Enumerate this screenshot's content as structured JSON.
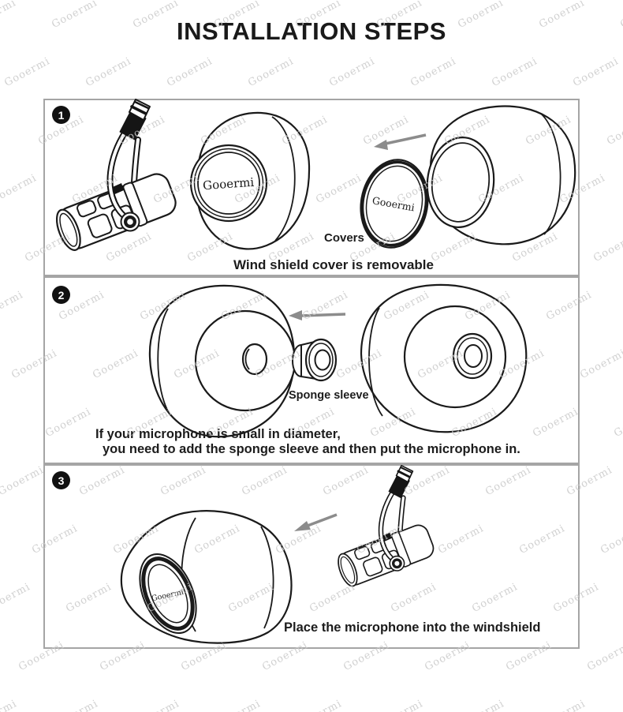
{
  "page": {
    "title": "INSTALLATION STEPS"
  },
  "watermark": {
    "text": "Gooermi",
    "color": "#c9c9c9"
  },
  "colors": {
    "line_art": "#1a1a1a",
    "arrow": "#8c8c8c",
    "box_border": "#a5a5a5",
    "badge_background": "#111111",
    "badge_text": "#ffffff",
    "title_text": "#1a1a1a"
  },
  "steps": [
    {
      "number": "1",
      "covers_label": "Covers",
      "caption": "Wind shield cover is removable",
      "windshield_brand_label": "Gooermi",
      "cover_brand_label": "Gooermi"
    },
    {
      "number": "2",
      "sponge_label": "Sponge sleeve",
      "caption_line1": "If your microphone is small in diameter,",
      "caption_line2": "you need to add the sponge sleeve and then put the microphone in."
    },
    {
      "number": "3",
      "caption": "Place the microphone into the windshield",
      "windshield_brand_label": "Gooermi"
    }
  ]
}
